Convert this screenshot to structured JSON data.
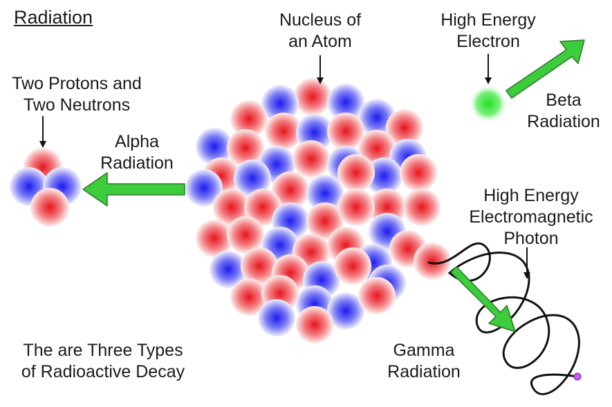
{
  "title": "Radiation",
  "labels": {
    "nucleus": [
      "Nucleus of",
      "an Atom"
    ],
    "electron": [
      "High Energy",
      "Electron"
    ],
    "beta": [
      "Beta",
      "Radiation"
    ],
    "alpha_particle": [
      "Two Protons and",
      "Two Neutrons"
    ],
    "alpha": [
      "Alpha",
      "Radiation"
    ],
    "photon": [
      "High Energy",
      "Electromagnetic",
      "Photon"
    ],
    "gamma": [
      "Gamma",
      "Radiation"
    ],
    "caption": [
      "The are Three Types",
      "of Radioactive Decay"
    ]
  },
  "colors": {
    "proton": "#e8141e",
    "neutron": "#1c1cf0",
    "electron": "#22e022",
    "radiation_arrow": "#3ccc3c",
    "arrow_outline": "#2a7a2a",
    "wave": "#111111",
    "wave_end": "#cc55ff"
  }
}
